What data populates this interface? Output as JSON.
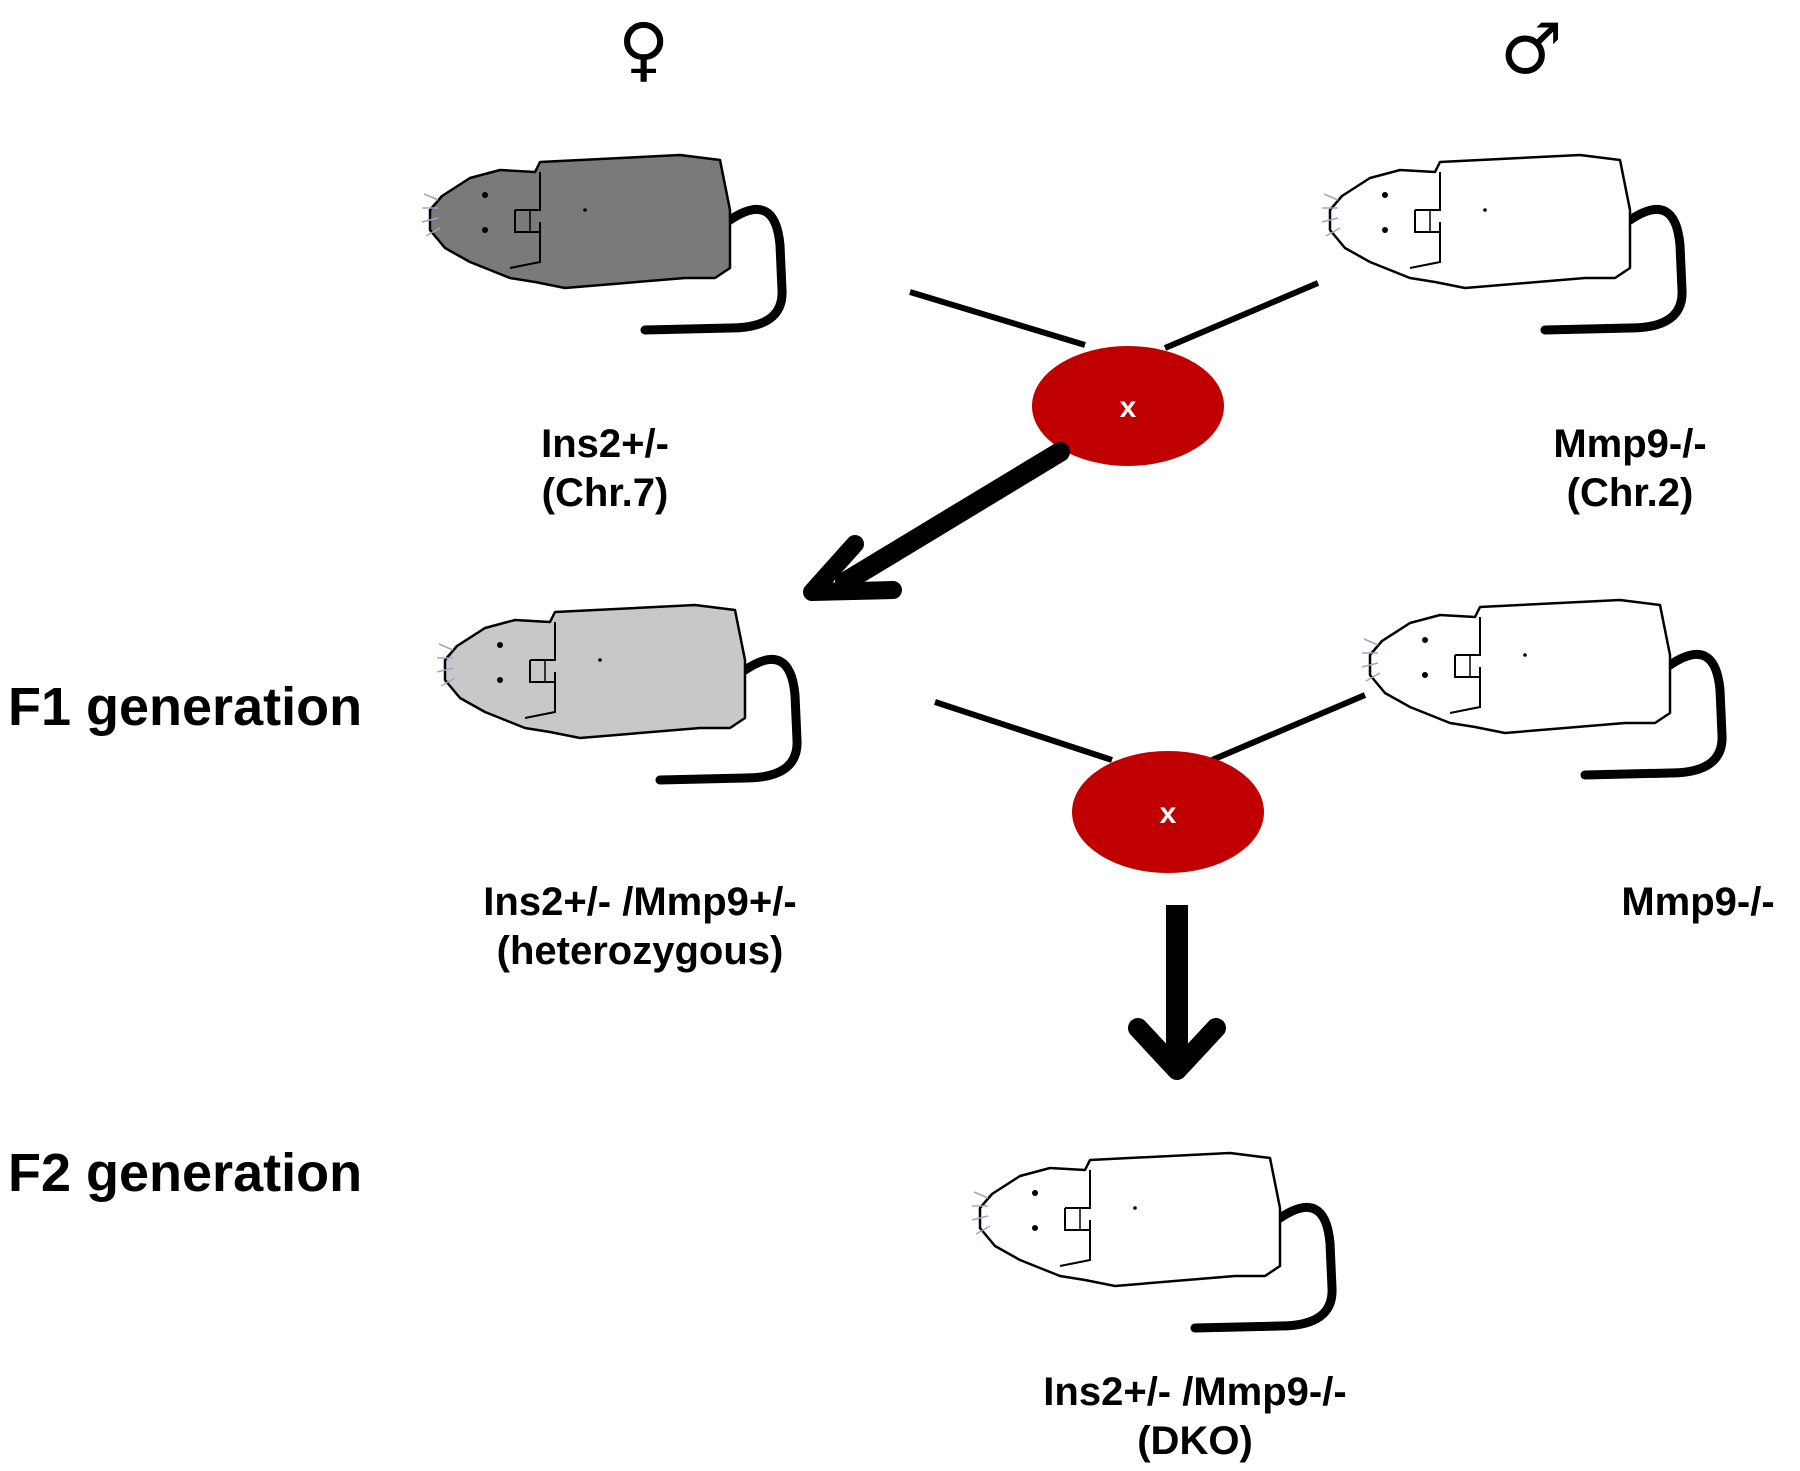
{
  "symbols": {
    "female": "♀",
    "male": "♂"
  },
  "cross_symbol": "x",
  "generations": {
    "f1": "F1 generation",
    "f2": "F2 generation"
  },
  "parents": {
    "female": {
      "genotype": "Ins2+/-",
      "chromosome": "(Chr.7)",
      "body_color": "#7a7a7a"
    },
    "male": {
      "genotype": "Mmp9-/-",
      "chromosome": "(Chr.2)",
      "body_color": "#ffffff"
    }
  },
  "f1": {
    "offspring": {
      "genotype": "Ins2+/- /Mmp9+/-",
      "note": "(heterozygous)",
      "body_color": "#c8c8c8"
    },
    "mate": {
      "genotype": "Mmp9-/-",
      "body_color": "#ffffff"
    }
  },
  "f2": {
    "offspring": {
      "genotype": "Ins2+/- /Mmp9-/-",
      "note": "(DKO)",
      "body_color": "#ffffff"
    }
  },
  "colors": {
    "cross_node": "#c00000",
    "lines": "#000000"
  }
}
